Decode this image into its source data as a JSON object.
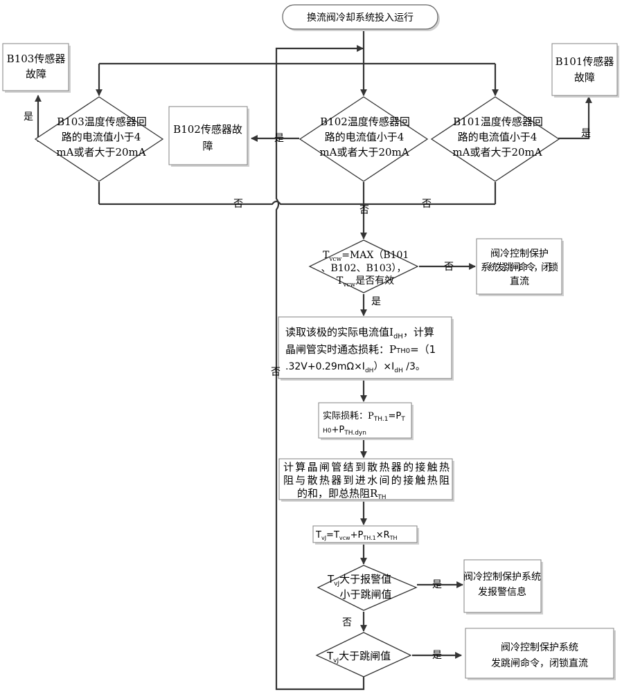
{
  "start": "换流阀冷却系统投入运行",
  "fault_b103": [
    "B103传感器",
    "故障"
  ],
  "fault_b102": [
    "B102传感器故",
    "障"
  ],
  "fault_b101": [
    "B101传感器",
    "故障"
  ],
  "dec_b103": [
    "B103温度传感器回",
    "路的电流值小于4",
    "mA或者大于20mA"
  ],
  "dec_b102": [
    "B102温度传感器回",
    "路的电流值小于4",
    "mA或者大于20mA"
  ],
  "dec_b101": [
    "B101温度传感器回",
    "路的电流值小于4",
    "mA或者大于20mA"
  ],
  "dec_tvcw": {
    "l1_T": "T",
    "l1_sub": "vcw",
    "l1_rest": "=MAX（B101",
    "l2": "、B102、B103），",
    "l3_T": "T",
    "l3_sub": "vcw",
    "l3_rest": "是否有效"
  },
  "trip_block_1": [
    "阀冷控制保护",
    "系统发跳闸命令，闭锁",
    "直流"
  ],
  "read_current": {
    "l1_pre": "读取该极的实际电流值I",
    "l1_sub": "dH",
    "l1_post": "，计算",
    "l2_pre": "晶闸管实时通态损耗：P",
    "l2_sub": "TH0",
    "l2_post": "=（1",
    "l3_pre": ".32V+0.29mΩ×I",
    "l3_sub1": "dH",
    "l3_mid": "）×I",
    "l3_sub2": "dH",
    "l3_post": " /3。"
  },
  "actual_loss": {
    "l1_pre": "实际损耗：P",
    "l1_sub1": "TH.1",
    "l1_mid": "=P",
    "l1_sub2": "T",
    "l2_sub1": "H0",
    "l2_mid": "+P",
    "l2_sub2": "TH.dyn"
  },
  "thermal_res": {
    "l1": "计算晶闸管结到散热器的接触热",
    "l2": "阻与散热器到进水间的接触热阻",
    "l3_pre": "的和，即总热阻R",
    "l3_sub": "TH"
  },
  "tvj_formula": {
    "T1": "T",
    "s1": "vJ",
    "eq": "=T",
    "s2": "vcw",
    "plus": "+P",
    "s3": "TH.1",
    "x": "×R",
    "s4": "TH"
  },
  "dec_alarm": {
    "l1_T": "T",
    "l1_sub": "vJ",
    "l1_rest": "大于报警值",
    "l2": "小于跳闸值"
  },
  "alarm_box": [
    "阀冷控制保护系统",
    "发报警信息"
  ],
  "dec_trip": {
    "T": "T",
    "sub": "vJ",
    "rest": "大于跳闸值"
  },
  "trip_box_2": [
    "阀冷控制保护系统",
    "发跳闸命令，闭锁直流"
  ],
  "labels": {
    "yes": "是",
    "no": "否"
  }
}
